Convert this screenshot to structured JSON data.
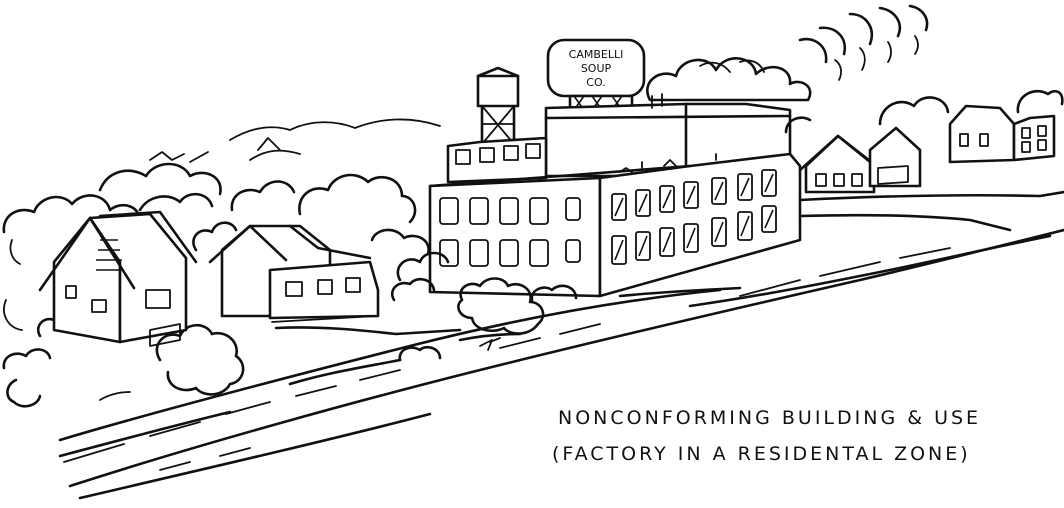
{
  "sign": {
    "line1": "CAMBELLI",
    "line2": "SOUP",
    "line3": "CO."
  },
  "caption": {
    "line1": "NONCONFORMING BUILDING & USE",
    "line2": "(FACTORY IN A RESIDENTAL ZONE)"
  }
}
